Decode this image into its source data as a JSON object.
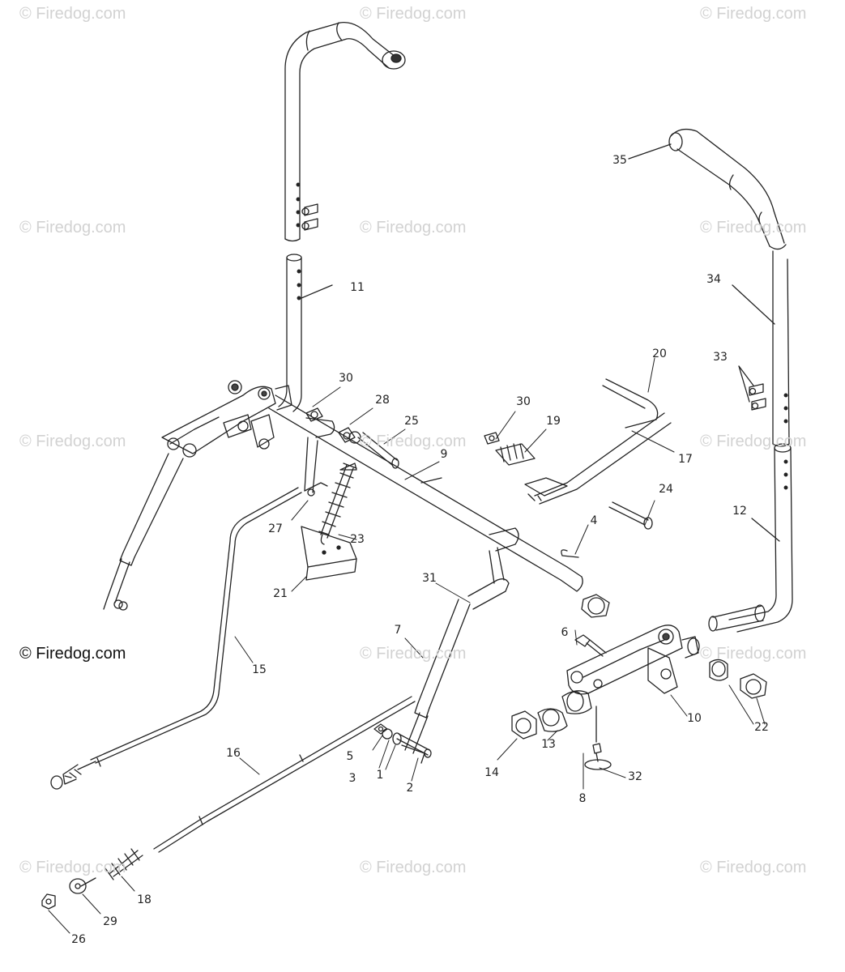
{
  "watermark": {
    "text": "© Firedog.com",
    "main_text": "© Firedog.com"
  },
  "callouts": [
    {
      "id": "1",
      "label": "1"
    },
    {
      "id": "2",
      "label": "2"
    },
    {
      "id": "3",
      "label": "3"
    },
    {
      "id": "4",
      "label": "4"
    },
    {
      "id": "5",
      "label": "5"
    },
    {
      "id": "6",
      "label": "6"
    },
    {
      "id": "7",
      "label": "7"
    },
    {
      "id": "8",
      "label": "8"
    },
    {
      "id": "9",
      "label": "9"
    },
    {
      "id": "10",
      "label": "10"
    },
    {
      "id": "11",
      "label": "11"
    },
    {
      "id": "12",
      "label": "12"
    },
    {
      "id": "13",
      "label": "13"
    },
    {
      "id": "14",
      "label": "14"
    },
    {
      "id": "15",
      "label": "15"
    },
    {
      "id": "16",
      "label": "16"
    },
    {
      "id": "17",
      "label": "17"
    },
    {
      "id": "18",
      "label": "18"
    },
    {
      "id": "19",
      "label": "19"
    },
    {
      "id": "20",
      "label": "20"
    },
    {
      "id": "21",
      "label": "21"
    },
    {
      "id": "22",
      "label": "22"
    },
    {
      "id": "23",
      "label": "23"
    },
    {
      "id": "24",
      "label": "24"
    },
    {
      "id": "25",
      "label": "25"
    },
    {
      "id": "26",
      "label": "26"
    },
    {
      "id": "27",
      "label": "27"
    },
    {
      "id": "28",
      "label": "28"
    },
    {
      "id": "29",
      "label": "29"
    },
    {
      "id": "30a",
      "label": "30"
    },
    {
      "id": "30b",
      "label": "30"
    },
    {
      "id": "31",
      "label": "31"
    },
    {
      "id": "32",
      "label": "32"
    },
    {
      "id": "33",
      "label": "33"
    },
    {
      "id": "34",
      "label": "34"
    },
    {
      "id": "35",
      "label": "35"
    }
  ]
}
